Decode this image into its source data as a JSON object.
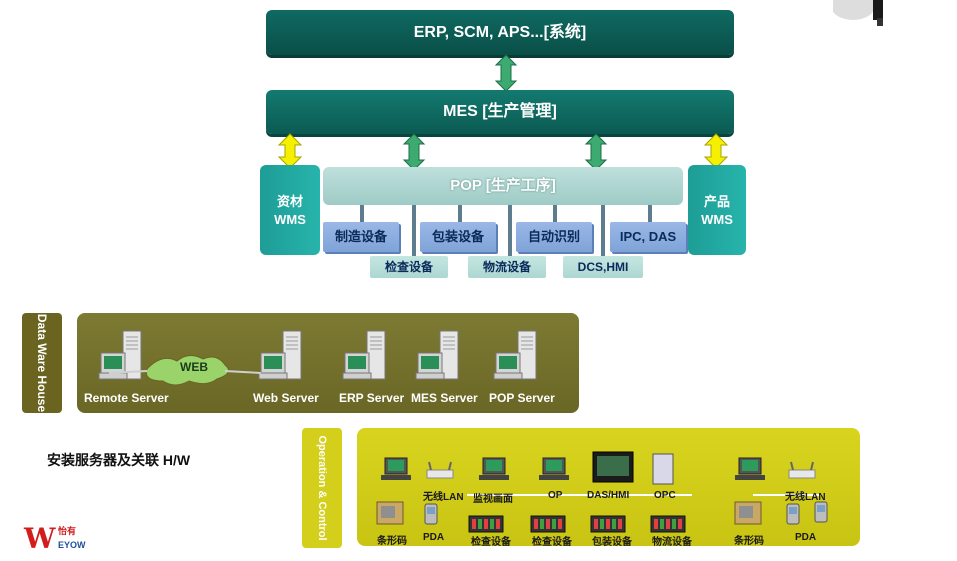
{
  "top": {
    "erp": "ERP, SCM, APS...[系统]",
    "mes": "MES [生产管理]",
    "pop": "POP [生产工序]",
    "wms_left": [
      "资材",
      "WMS"
    ],
    "wms_right": [
      "产品",
      "WMS"
    ],
    "devices_top": [
      "制造设备",
      "包装设备",
      "自动识别",
      "IPC, DAS"
    ],
    "devices_bottom": [
      "检查设备",
      "物流设备",
      "DCS,HMI"
    ]
  },
  "data_warehouse": {
    "label": "Data Ware House",
    "web": "WEB",
    "servers": [
      "Remote Server",
      "Web Server",
      "ERP Server",
      "MES Server",
      "POP Server"
    ]
  },
  "operation": {
    "label": "Operation & Control",
    "top_labels": [
      "无线LAN",
      "监视画面",
      "OP",
      "DAS/HMI",
      "OPC",
      "无线LAN"
    ],
    "bottom_labels": [
      "条形码",
      "PDA",
      "检查设备",
      "检查设备",
      "包装设备",
      "物流设备",
      "条形码",
      "PDA"
    ]
  },
  "caption": "安装服务器及关联 H/W",
  "logo": {
    "mark": "W",
    "cn": "怡有",
    "en": "EYOW"
  },
  "colors": {
    "erp": "#0f6a62",
    "mes": "#137a70",
    "pop": "#a8d2cd",
    "wms": "#22aaa2",
    "dw_panel": "#757230",
    "oc_panel": "#d3cf1a"
  }
}
